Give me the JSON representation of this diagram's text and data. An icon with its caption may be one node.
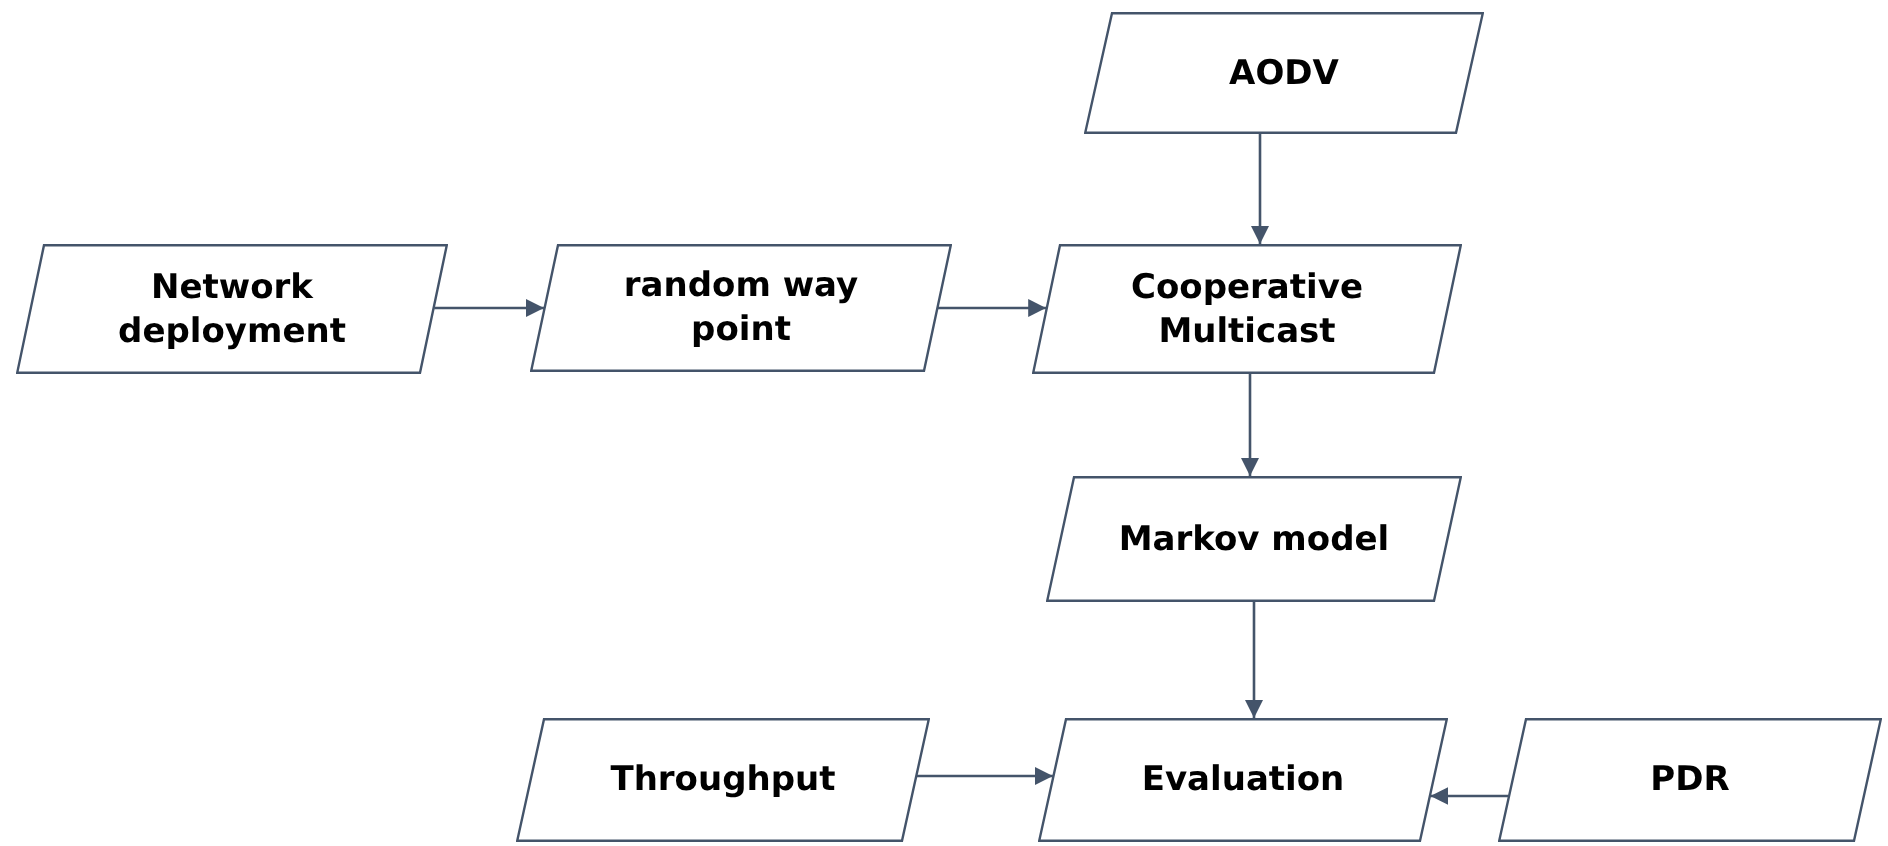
{
  "diagram": {
    "nodes": [
      {
        "text": [
          "AODV"
        ]
      },
      {
        "text": [
          "Network deployment"
        ]
      },
      {
        "text": [
          "random way point"
        ]
      },
      {
        "text": [
          "Cooperative Multicast"
        ]
      },
      {
        "text": [
          "Markov model"
        ]
      },
      {
        "text": [
          "Throughput"
        ]
      },
      {
        "text": [
          "Evaluation"
        ]
      },
      {
        "text": [
          "PDR"
        ]
      }
    ],
    "edges": [
      {
        "from": 0,
        "to": 3,
        "arrow": "to"
      },
      {
        "from": 1,
        "to": 2,
        "arrow": "to"
      },
      {
        "from": 2,
        "to": 3,
        "arrow": "to"
      },
      {
        "from": 3,
        "to": 4,
        "arrow": "to"
      },
      {
        "from": 4,
        "to": 6,
        "arrow": "to"
      },
      {
        "from": 5,
        "to": 6,
        "arrow": "to"
      },
      {
        "from": 7,
        "to": 6,
        "arrow": "to"
      }
    ]
  }
}
